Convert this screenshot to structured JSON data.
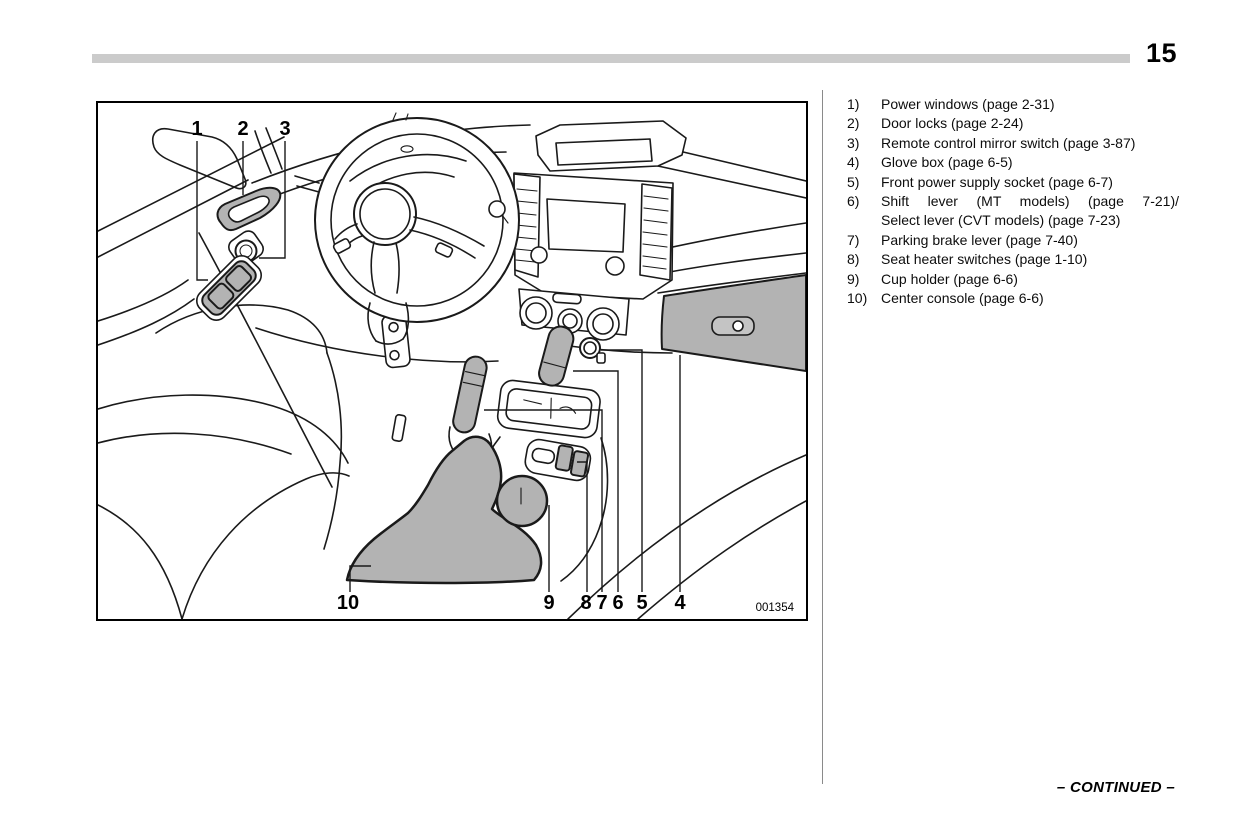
{
  "page": {
    "number": "15",
    "continued": "– CONTINUED –"
  },
  "legend": {
    "items": [
      {
        "num": "1)",
        "lines": [
          "Power windows (page 2-31)"
        ]
      },
      {
        "num": "2)",
        "lines": [
          "Door locks (page 2-24)"
        ]
      },
      {
        "num": "3)",
        "lines": [
          "Remote control mirror switch (page 3-87)"
        ]
      },
      {
        "num": "4)",
        "lines": [
          "Glove box (page 6-5)"
        ]
      },
      {
        "num": "5)",
        "lines": [
          "Front power supply socket (page 6-7)"
        ]
      },
      {
        "num": "6)",
        "lines": [
          "Shift lever (MT models) (page 7-21)/",
          "Select lever (CVT models) (page 7-23)"
        ],
        "justify_first_line": true
      },
      {
        "num": "7)",
        "lines": [
          "Parking brake lever (page 7-40)"
        ]
      },
      {
        "num": "8)",
        "lines": [
          "Seat heater switches (page 1-10)"
        ]
      },
      {
        "num": "9)",
        "lines": [
          "Cup holder (page 6-6)"
        ]
      },
      {
        "num": "10)",
        "lines": [
          "Center console (page 6-6)"
        ]
      }
    ]
  },
  "diagram": {
    "figure_code": "001354",
    "callouts_top": [
      "1",
      "2",
      "3"
    ],
    "callouts_bottom": [
      "10",
      "9",
      "8",
      "7",
      "6",
      "5",
      "4"
    ],
    "colors": {
      "shaded": "#b3b3b3",
      "line": "#1a1a1a"
    }
  }
}
